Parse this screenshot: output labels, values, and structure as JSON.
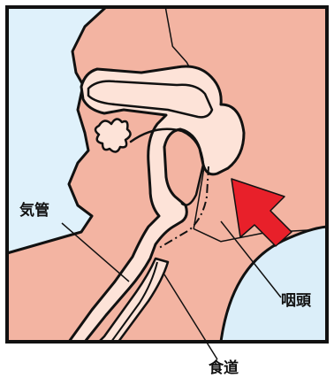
{
  "labels": {
    "trachea": "気管",
    "pharynx": "咽頭",
    "esophagus": "食道"
  },
  "colors": {
    "sky": "#dff1fb",
    "skin": "#f3b4a2",
    "tissue": "#fde3d8",
    "pillow": "#dbeef9",
    "arrow": "#e8202a",
    "outline": "#111111"
  },
  "icons": {
    "indicator": "arrow-icon"
  }
}
